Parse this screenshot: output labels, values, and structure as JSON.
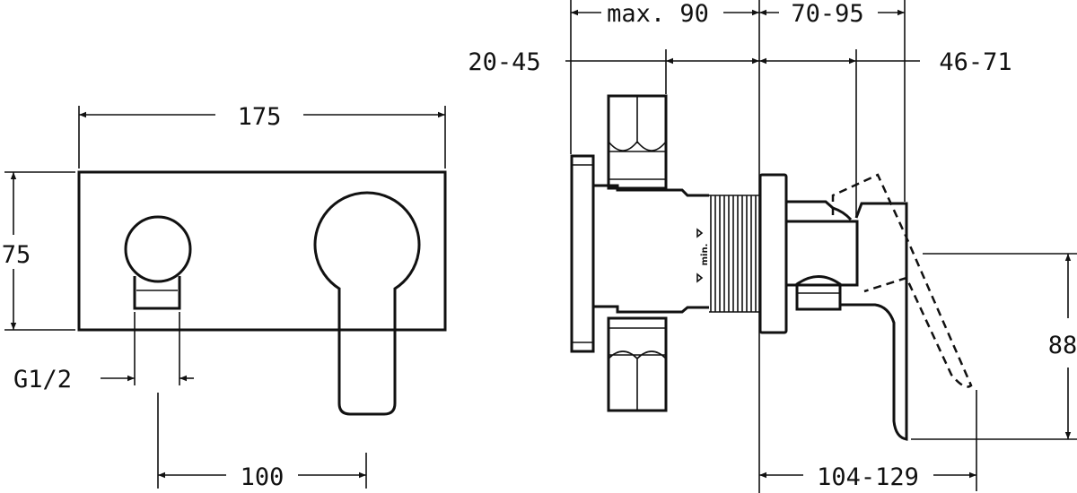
{
  "front_view": {
    "width_label": "175",
    "height_label": "75",
    "connection_label": "G1/2",
    "spacing_label": "100"
  },
  "side_view": {
    "max_depth_label": "max. 90",
    "wall_depth_label": "70-95",
    "inner_depth_label": "20-45",
    "outer_depth_label": "46-71",
    "handle_height_label": "88",
    "projection_label": "104-129",
    "min_mark_label": "min."
  },
  "colors": {
    "line": "#111111",
    "background": "#ffffff"
  }
}
